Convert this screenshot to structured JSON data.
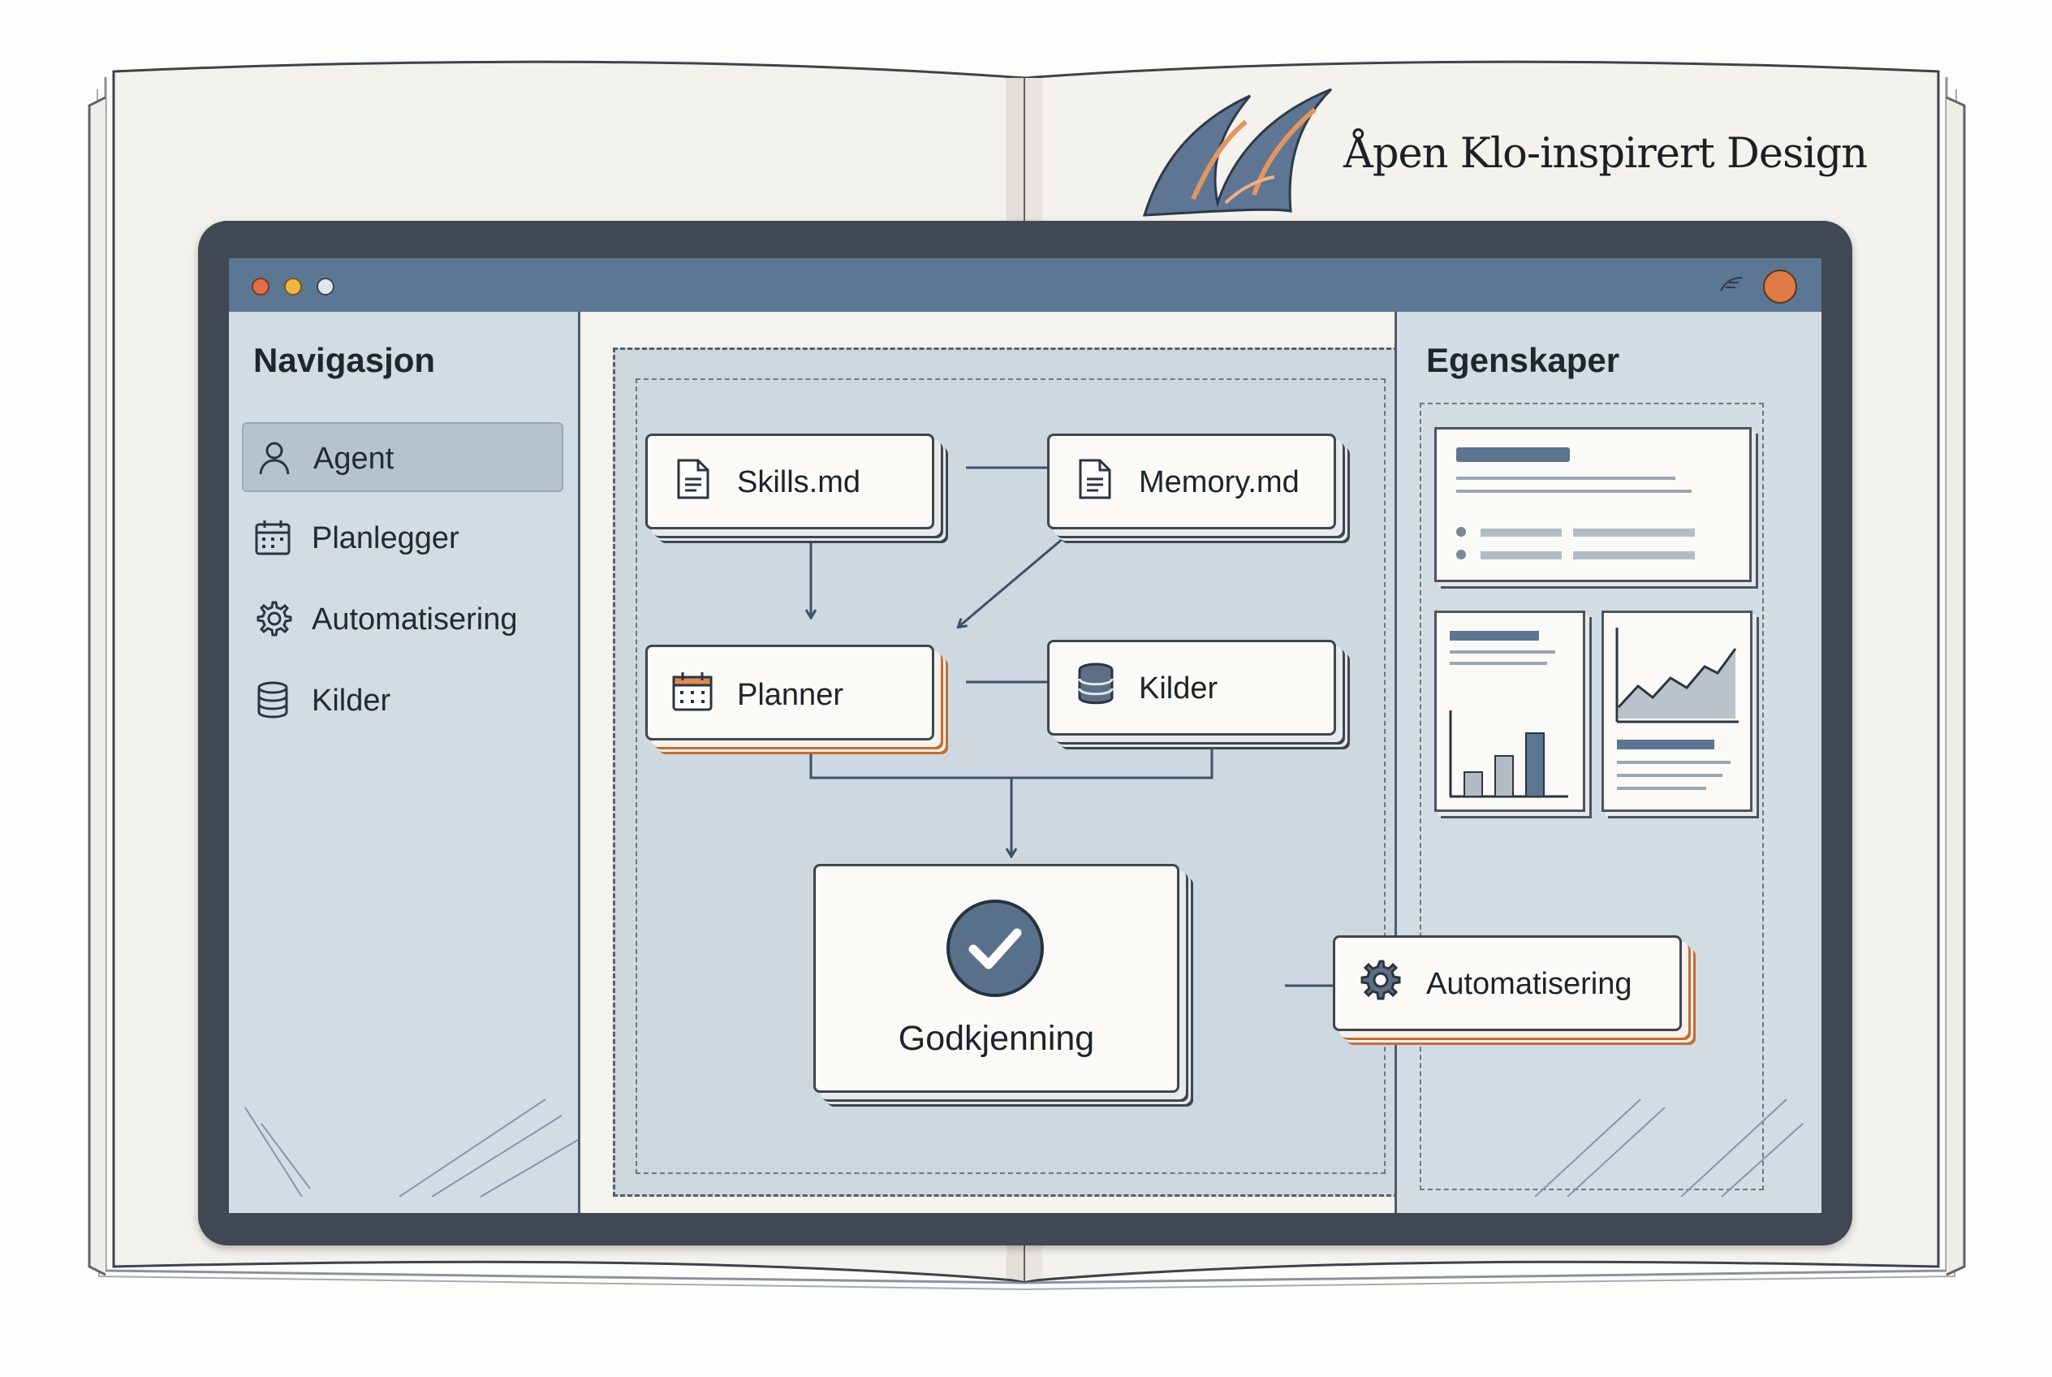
{
  "book": {
    "title": "Åpen Klo-inspirert Design"
  },
  "window": {
    "controls": [
      "close",
      "minimize",
      "maximize"
    ],
    "header_icons": [
      "feather-icon",
      "avatar"
    ]
  },
  "navigation": {
    "heading": "Navigasjon",
    "items": [
      {
        "label": "Agent",
        "icon": "user-icon",
        "active": true
      },
      {
        "label": "Planlegger",
        "icon": "calendar-icon",
        "active": false
      },
      {
        "label": "Automatisering",
        "icon": "gear-icon",
        "active": false
      },
      {
        "label": "Kilder",
        "icon": "database-icon",
        "active": false
      }
    ]
  },
  "workflow": {
    "nodes": [
      {
        "id": "skills",
        "label": "Skills.md",
        "icon": "document-icon"
      },
      {
        "id": "memory",
        "label": "Memory.md",
        "icon": "document-icon"
      },
      {
        "id": "planner",
        "label": "Planner",
        "icon": "calendar-icon",
        "accent": true
      },
      {
        "id": "kilder",
        "label": "Kilder",
        "icon": "database-icon"
      },
      {
        "id": "approval",
        "label": "Godkjenning",
        "icon": "checkmark-icon"
      },
      {
        "id": "automation",
        "label": "Automatisering",
        "icon": "gear-icon",
        "accent": true
      }
    ],
    "edges": [
      [
        "skills",
        "memory"
      ],
      [
        "skills",
        "planner"
      ],
      [
        "memory",
        "planner"
      ],
      [
        "planner",
        "kilder"
      ],
      [
        "planner",
        "approval"
      ],
      [
        "kilder",
        "approval"
      ],
      [
        "approval",
        "automation"
      ]
    ]
  },
  "properties": {
    "heading": "Egenskaper",
    "cards": [
      "text-summary-card",
      "bar-chart-card",
      "line-chart-card"
    ]
  },
  "colors": {
    "accent": "#c56d36",
    "titlebar": "#5b7793",
    "panel": "#d1dce5",
    "ink": "#3e4650"
  }
}
